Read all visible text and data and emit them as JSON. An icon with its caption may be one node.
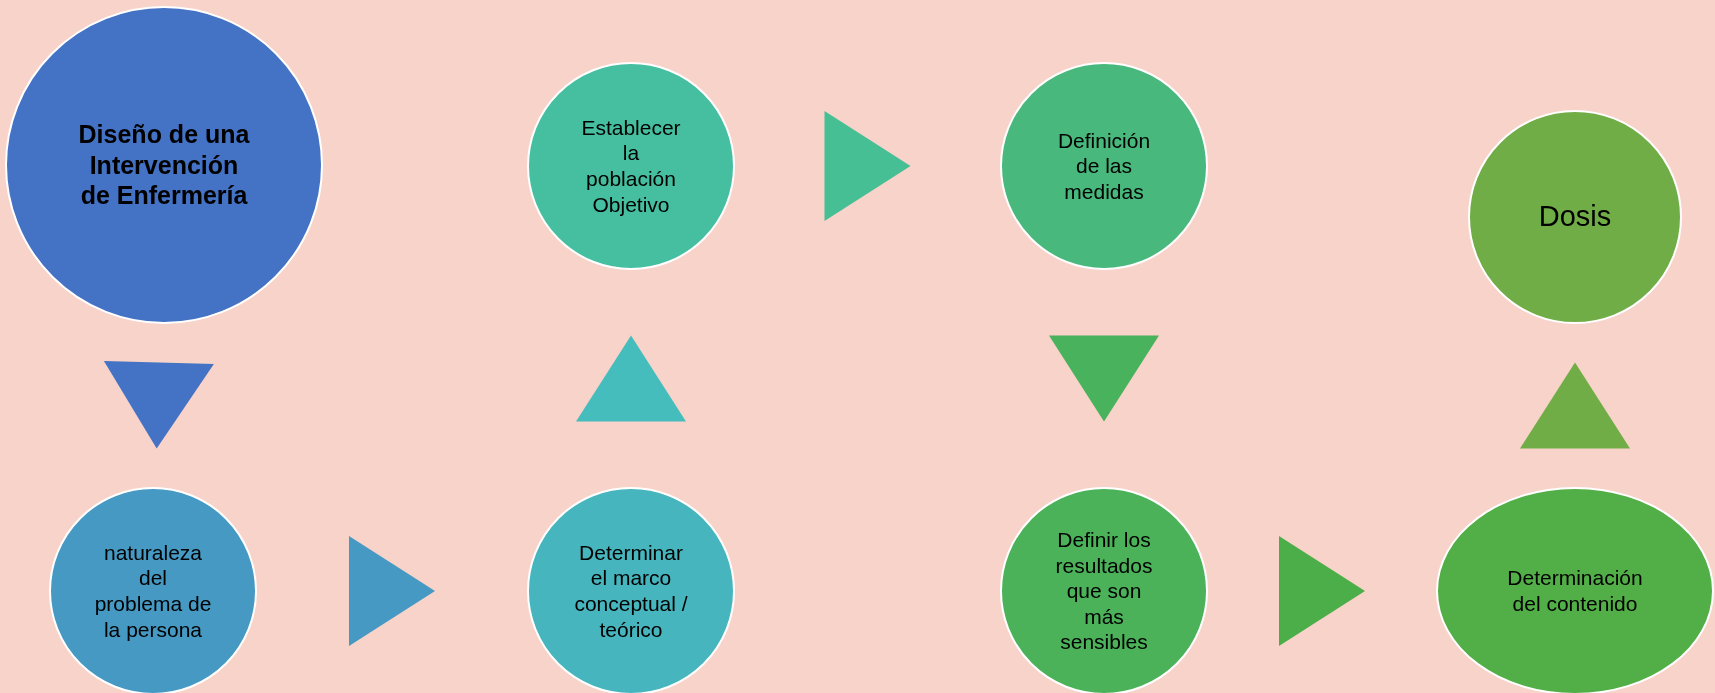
{
  "diagram": {
    "nodes": [
      {
        "text": [
          "Diseño de una Intervención de Enfermería"
        ]
      },
      {
        "text": [
          "naturaleza del problema de la persona"
        ]
      },
      {
        "text": [
          "Determinar el marco conceptual / teórico"
        ]
      },
      {
        "text": [
          "Establecer la población Objetivo"
        ]
      },
      {
        "text": [
          "Definición de las medidas"
        ]
      },
      {
        "text": [
          "Definir los resultados que son más sensibles"
        ]
      },
      {
        "text": [
          "Determinación del contenido"
        ]
      },
      {
        "text": [
          "Dosis"
        ]
      }
    ],
    "edges": [
      {
        "from": 0,
        "to": 1,
        "arrow": "to",
        "color": "#4472c4"
      },
      {
        "from": 1,
        "to": 2,
        "arrow": "to",
        "color": "#4599c3"
      },
      {
        "from": 2,
        "to": 3,
        "arrow": "to",
        "color": "#46bdbd"
      },
      {
        "from": 3,
        "to": 4,
        "arrow": "to",
        "color": "#46bf94"
      },
      {
        "from": 4,
        "to": 5,
        "arrow": "to",
        "color": "#48b25c"
      },
      {
        "from": 5,
        "to": 6,
        "arrow": "to",
        "color": "#4cae48"
      },
      {
        "from": 6,
        "to": 7,
        "arrow": "to",
        "color": "#70ad47"
      }
    ]
  }
}
